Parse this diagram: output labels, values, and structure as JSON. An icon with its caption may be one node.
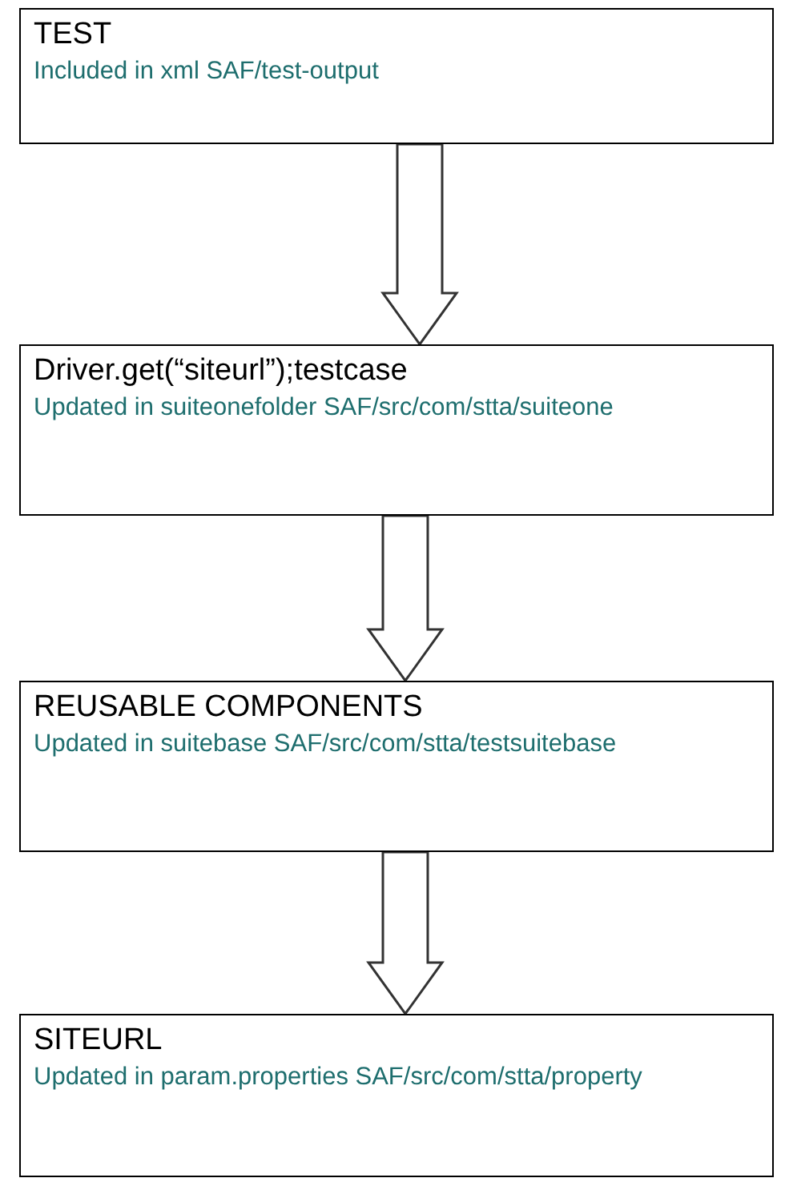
{
  "diagram": {
    "nodes": [
      {
        "text": [
          "TEST",
          "Included in xml SAF/test-output"
        ]
      },
      {
        "text": [
          "Driver.get(“siteurl”);testcase",
          "Updated in suiteonefolder SAF/src/com/stta/suiteone"
        ]
      },
      {
        "text": [
          "REUSABLE COMPONENTS",
          "Updated in suitebase SAF/src/com/stta/testsuitebase"
        ]
      },
      {
        "text": [
          "SITEURL",
          "Updated in param.properties SAF/src/com/stta/property"
        ]
      }
    ],
    "edges": [
      {
        "from": 0,
        "to": 1,
        "arrow": "to"
      },
      {
        "from": 1,
        "to": 2,
        "arrow": "to"
      },
      {
        "from": 2,
        "to": 3,
        "arrow": "to"
      }
    ]
  }
}
